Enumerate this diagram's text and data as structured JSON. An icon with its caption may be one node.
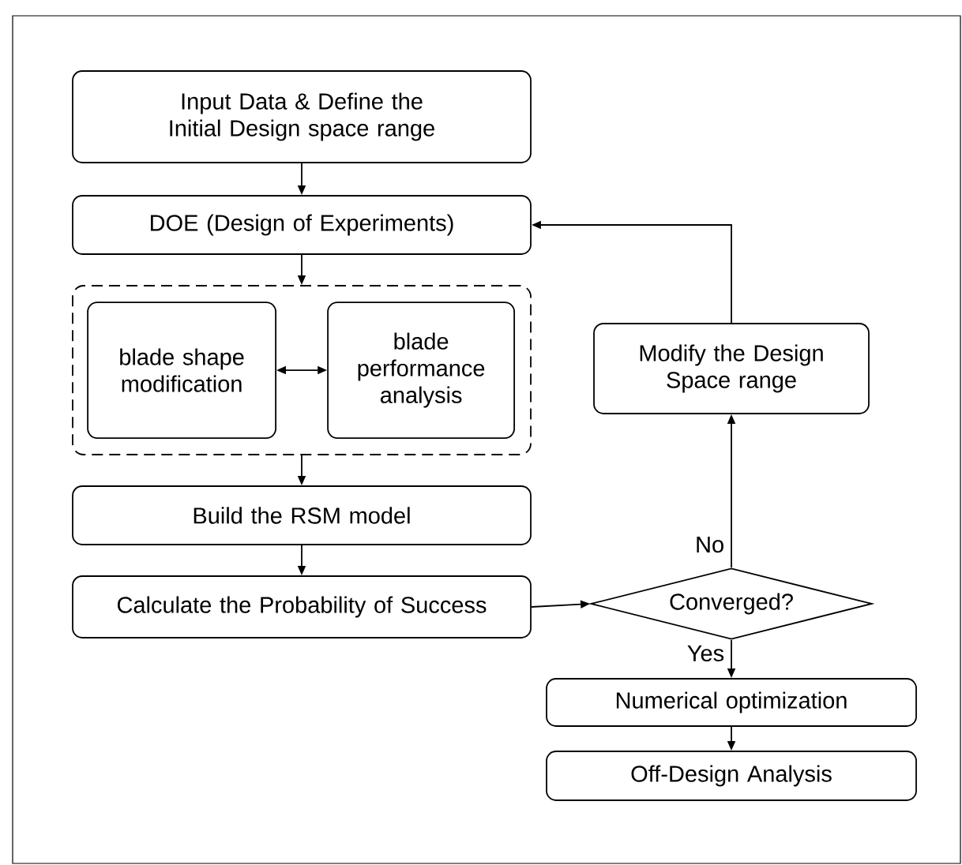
{
  "diagram": {
    "nodes": [
      {
        "text": [
          "Input Data & Define the Initial Design space range"
        ]
      },
      {
        "text": [
          "DOE (Design of Experiments)"
        ]
      },
      {
        "text": [],
        "shape": "box"
      },
      {
        "text": [
          "blade shape modification"
        ],
        "in": 2
      },
      {
        "text": [
          "blade performance analysis"
        ],
        "in": 2
      },
      {
        "text": [
          "Modify the Design Space range"
        ]
      },
      {
        "text": [
          "Build the RSM model"
        ]
      },
      {
        "text": [
          "Calculate the Probability of Success"
        ]
      },
      {
        "text": [
          "Converged?"
        ]
      },
      {
        "text": [
          "Numerical optimization"
        ]
      },
      {
        "text": [
          "Off-Design Analysis"
        ]
      }
    ],
    "edges": [
      {
        "from": 0,
        "to": 1,
        "arrow": "to"
      },
      {
        "from": 1,
        "to": 2,
        "arrow": "to"
      },
      {
        "from": 3,
        "to": 4,
        "arrow": "both"
      },
      {
        "from": 2,
        "to": 6,
        "arrow": "to"
      },
      {
        "from": 6,
        "to": 7,
        "arrow": "to"
      },
      {
        "from": 7,
        "to": 8,
        "arrow": "to"
      },
      {
        "from": 8,
        "to": 5,
        "arrow": "to",
        "label": "No"
      },
      {
        "from": 5,
        "to": 1,
        "arrow": "to"
      },
      {
        "from": 8,
        "to": 9,
        "arrow": "to",
        "label": "Yes"
      },
      {
        "from": 9,
        "to": 10,
        "arrow": "to"
      }
    ]
  }
}
